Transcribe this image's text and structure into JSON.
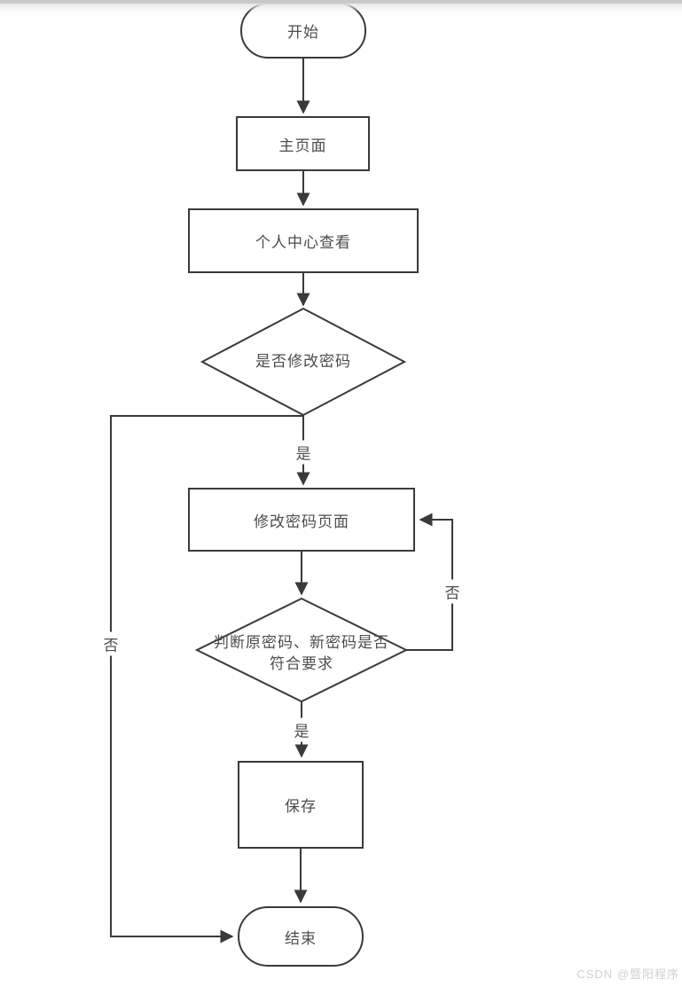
{
  "colors": {
    "stroke": "#3a3a3a",
    "text": "#4d4d4d",
    "node_fill": "#ffffff",
    "top_bar": "#c9c9c9",
    "watermark": "#d0d0d0"
  },
  "flowchart": {
    "nodes": {
      "start": {
        "type": "terminator",
        "label": "开始"
      },
      "main_page": {
        "type": "process",
        "label": "主页面"
      },
      "personal_center": {
        "type": "process",
        "label": "个人中心查看"
      },
      "decision_modify": {
        "type": "decision",
        "label": "是否修改密码"
      },
      "modify_password_page": {
        "type": "process",
        "label": "修改密码页面"
      },
      "decision_validate": {
        "type": "decision",
        "label": "判断原密码、新密码是否符合要求",
        "lines": [
          "判断原密码、新密码是否",
          "符合要求"
        ]
      },
      "save": {
        "type": "process",
        "label": "保存"
      },
      "end": {
        "type": "terminator",
        "label": "结束"
      }
    },
    "edge_labels": {
      "modify_yes": "是",
      "modify_no": "否",
      "validate_yes": "是",
      "validate_no": "否"
    }
  },
  "watermark": {
    "text": "CSDN @暨阳程序"
  }
}
